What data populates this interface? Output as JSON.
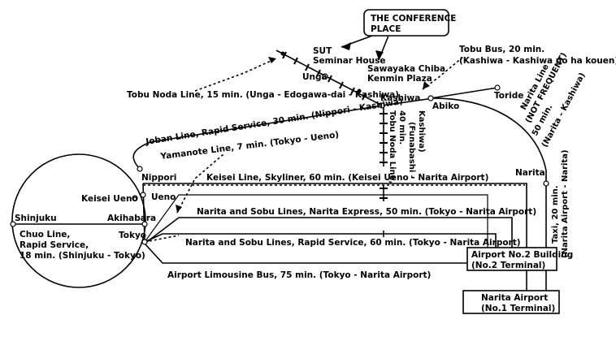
{
  "callout": {
    "line1": "THE CONFERENCE",
    "line2": "PLACE"
  },
  "places": {
    "sut_line1": "SUT",
    "sut_line2": "Seminar House",
    "sawayaka_line1": "Sawayaka Chiba",
    "sawayaka_line2": "Kenmin Plaza"
  },
  "stations": {
    "unga": "Unga",
    "kashiwa": "Kashiwa",
    "abiko": "Abiko",
    "toride": "Toride",
    "nippori": "Nippori",
    "keisei_ueno": "Keisei Ueno",
    "ueno": "Ueno",
    "shinjuku": "Shinjuku",
    "akihabara": "Akihabara",
    "tokyo": "Tokyo",
    "narita": "Narita"
  },
  "routes": {
    "tobu_bus_line1": "Tobu Bus, 20 min.",
    "tobu_bus_line2": "(Kashiwa - Kashiwa no ha kouen)",
    "tobu_noda_unga": "Tobu Noda Line, 15 min. (Unga - Edogawa-dai - Kashiwa)",
    "joban": "Joban Line, Rapid Service, 30 min. (Nippori - Kashiwa)",
    "tobu_noda_vertical_1": "Tobu Noda Line,",
    "tobu_noda_vertical_2": "40 min.",
    "tobu_noda_vertical_3": "(Funabashi -",
    "tobu_noda_vertical_4": "Kashiwa)",
    "narita_line_1": "Narita Line",
    "narita_line_2": "(NOT FREQUENT)",
    "narita_line_3": "50 min.",
    "narita_line_4": "(Narita - Kashiwa)",
    "yamanote": "Yamanote Line, 7 min. (Tokyo - Ueno)",
    "keisei": "Keisei Line, Skyliner, 60 min. (Keisei Ueno - Narita Airport)",
    "narita_express": "Narita and Sobu Lines, Narita Express, 50 min. (Tokyo - Narita Airport)",
    "rapid_service": "Narita and Sobu Lines, Rapid Service, 60 min. (Tokyo - Narita Airport)",
    "limousine": "Airport Limousine Bus, 75 min. (Tokyo - Narita Airport)",
    "chuo_1": "Chuo Line,",
    "chuo_2": "Rapid Service,",
    "chuo_3": "18 min. (Shinjuku - Tokyo)",
    "taxi_1": "Taxi, 20 min.",
    "taxi_2": "(Narita Airport - Narita)"
  },
  "terminals": {
    "t2_line1": "Airport No.2 Building",
    "t2_line2": "(No.2 Terminal)",
    "t1_line1": "Narita Airport",
    "t1_line2": "(No.1 Terminal)"
  }
}
